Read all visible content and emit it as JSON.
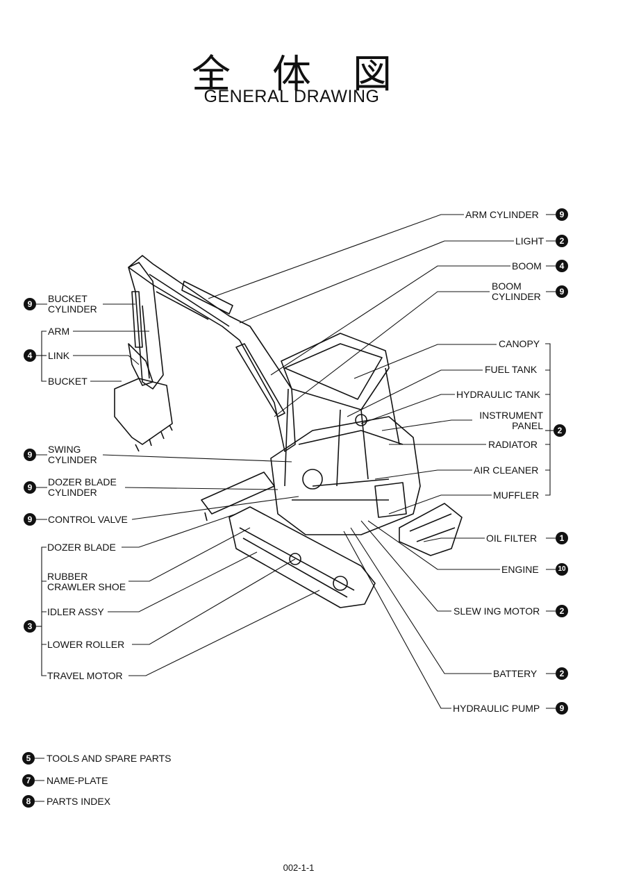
{
  "title": {
    "japanese": "全体図",
    "english": "GENERAL DRAWING"
  },
  "right_labels": [
    {
      "text": "ARM CYLINDER",
      "num": "9"
    },
    {
      "text": "LIGHT",
      "num": "2"
    },
    {
      "text": "BOOM",
      "num": "4"
    },
    {
      "text": "BOOM\nCYLINDER",
      "num": "9"
    },
    {
      "text": "CANOPY"
    },
    {
      "text": "FUEL TANK"
    },
    {
      "text": "HYDRAULIC TANK"
    },
    {
      "text": "INSTRUMENT\nPANEL"
    },
    {
      "text": "RADIATOR"
    },
    {
      "text": "AIR CLEANER"
    },
    {
      "text": "MUFFLER"
    },
    {
      "text": "OIL FILTER",
      "num": "1"
    },
    {
      "text": "ENGINE",
      "num": "10"
    },
    {
      "text": "SLEW ING MOTOR",
      "num": "2"
    },
    {
      "text": "BATTERY",
      "num": "2"
    },
    {
      "text": "HYDRAULIC PUMP",
      "num": "9"
    }
  ],
  "right_group_num": "2",
  "left_labels": [
    {
      "text": "BUCKET\nCYLINDER",
      "num": "9"
    },
    {
      "text": "ARM"
    },
    {
      "text": "LINK"
    },
    {
      "text": "BUCKET"
    },
    {
      "text": "SWING\nCYLINDER",
      "num": "9"
    },
    {
      "text": "DOZER BLADE\nCYLINDER",
      "num": "9"
    },
    {
      "text": "CONTROL VALVE",
      "num": "9"
    },
    {
      "text": "DOZER BLADE"
    },
    {
      "text": "RUBBER\nCRAWLER SHOE"
    },
    {
      "text": "IDLER ASSY"
    },
    {
      "text": "LOWER ROLLER"
    },
    {
      "text": "TRAVEL MOTOR"
    }
  ],
  "left_group_arm_num": "4",
  "left_group_lower_num": "3",
  "legend": [
    {
      "num": "5",
      "text": "TOOLS AND SPARE PARTS"
    },
    {
      "num": "7",
      "text": "NAME-PLATE"
    },
    {
      "num": "8",
      "text": "PARTS INDEX"
    }
  ],
  "page_number": "002-1-1"
}
